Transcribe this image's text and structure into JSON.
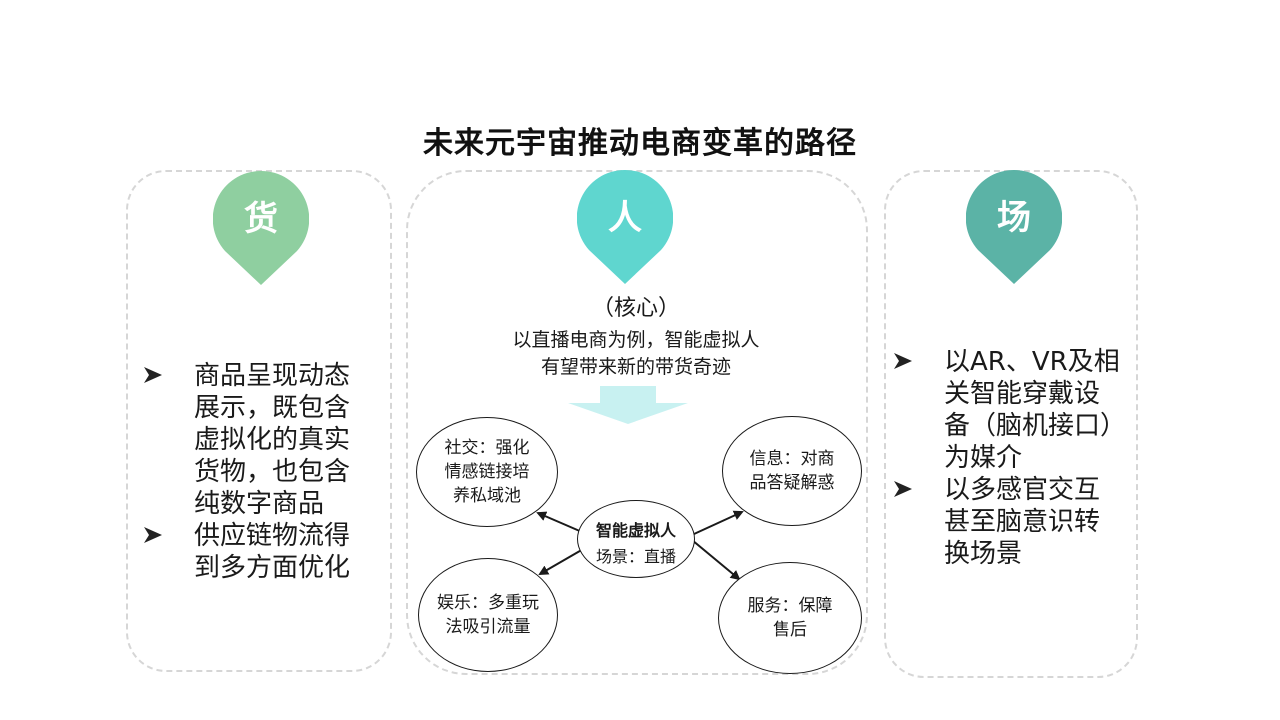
{
  "title": "未来元宇宙推动电商变革的路径",
  "colors": {
    "goods": "#8fcfa0",
    "people": "#5fd6cf",
    "scene": "#5bb3a6",
    "down_arrow": "#c8f1f1",
    "panel_border": "#d6d6d6"
  },
  "goods": {
    "label": "货",
    "bullets": [
      {
        "icon": "arrow-bullet-icon",
        "lines": [
          "商品呈现动态",
          "展示，既包含",
          "虚拟化的真实",
          "货物，也包含",
          "纯数字商品"
        ]
      },
      {
        "icon": "arrow-bullet-icon",
        "lines": [
          "供应链物流得",
          "到多方面优化"
        ]
      }
    ]
  },
  "people": {
    "label": "人",
    "subtitle": "（核心）",
    "desc_line1": "以直播电商为例，智能虚拟人",
    "desc_line2": "有望带来新的带货奇迹",
    "center_title": "智能虚拟人",
    "center_sub": "场景：直播",
    "nodes": {
      "social": [
        "社交：强化",
        "情感链接培",
        "养私域池"
      ],
      "info": [
        "信息：对商",
        "品答疑解惑"
      ],
      "entertainment": [
        "娱乐：多重玩",
        "法吸引流量"
      ],
      "service": [
        "服务：保障",
        "售后"
      ]
    }
  },
  "scene": {
    "label": "场",
    "bullets": [
      {
        "icon": "arrow-bullet-icon",
        "lines": [
          "以AR、VR及相",
          "关智能穿戴设",
          "备（脑机接口）",
          "为媒介"
        ]
      },
      {
        "icon": "arrow-bullet-icon",
        "lines": [
          "以多感官交互",
          "甚至脑意识转",
          "换场景"
        ]
      }
    ]
  }
}
